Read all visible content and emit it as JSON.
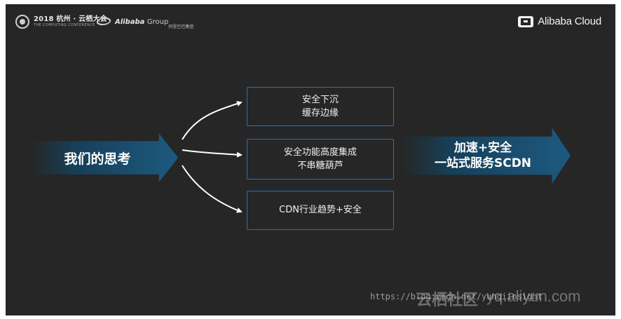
{
  "header": {
    "conference": {
      "title": "2018 杭州 · 云栖大会",
      "subtitle": "THE COMPUTING CONFERENCE"
    },
    "group": {
      "name": "Alibaba",
      "suffix": "Group",
      "cn": "阿里巴巴集团"
    },
    "cloud": {
      "name": "Alibaba Cloud"
    }
  },
  "left_arrow": {
    "label": "我们的思考"
  },
  "boxes": [
    {
      "lines": [
        "安全下沉",
        "缓存边缘"
      ]
    },
    {
      "lines": [
        "安全功能高度集成",
        "不串糖葫芦"
      ]
    },
    {
      "lines": [
        "CDN行业趋势+安全"
      ]
    }
  ],
  "right_arrow": {
    "lines": [
      "加速+安全",
      "一站式服务SCDN"
    ]
  },
  "watermark": {
    "url": "https://blog.csdn.net/yunqiinsight",
    "brand": "云栖社区",
    "domain": "yq.aliyun.com"
  },
  "colors": {
    "background": "#262626",
    "box_border": "#2f6fae",
    "arrow_blue": "#1d5a80"
  }
}
